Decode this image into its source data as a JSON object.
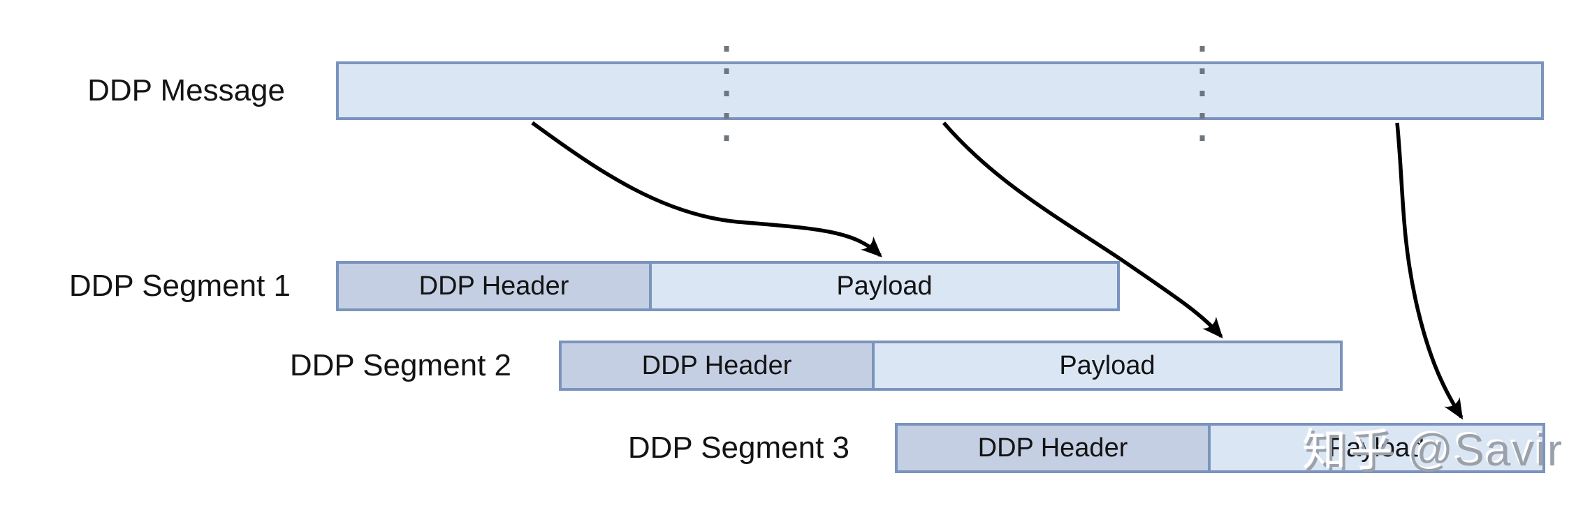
{
  "diagram": {
    "message": {
      "label": "DDP Message"
    },
    "segments": [
      {
        "label": "DDP Segment 1",
        "header_label": "DDP Header",
        "payload_label": "Payload"
      },
      {
        "label": "DDP Segment 2",
        "header_label": "DDP Header",
        "payload_label": "Payload"
      },
      {
        "label": "DDP Segment 3",
        "header_label": "DDP Header",
        "payload_label": "Payload"
      }
    ],
    "watermark": {
      "site": "知乎",
      "handle": "@Savir"
    },
    "colors": {
      "background": "#ffffff",
      "payload_fill": "#dbe6f5",
      "header_fill": "#c4cfe3",
      "box_border": "#7b94bd",
      "label_text": "#141414",
      "arrow": "#000000",
      "dotted_separator": "#6e757d",
      "watermark_gray": "#9aa1aa",
      "watermark_white": "#ffffff"
    }
  }
}
